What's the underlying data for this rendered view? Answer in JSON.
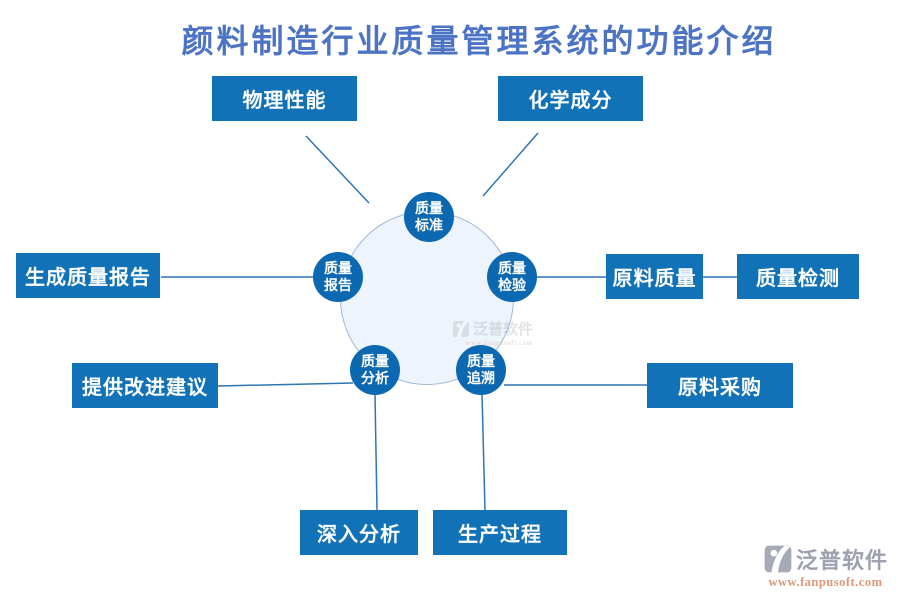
{
  "title": "颜料制造行业质量管理系统的功能介绍",
  "hub": {
    "nodes": [
      {
        "id": "quality-standards",
        "label": "质量\n标准"
      },
      {
        "id": "quality-inspection",
        "label": "质量\n检验"
      },
      {
        "id": "quality-report",
        "label": "质量\n报告"
      },
      {
        "id": "quality-analysis",
        "label": "质量\n分析"
      },
      {
        "id": "quality-traceability",
        "label": "质量\n追溯"
      }
    ]
  },
  "boxes": [
    {
      "id": "physical-properties",
      "label": "物理性能"
    },
    {
      "id": "chemical-composition",
      "label": "化学成分"
    },
    {
      "id": "generate-quality-report",
      "label": "生成质量报告"
    },
    {
      "id": "raw-material-quality",
      "label": "原料质量"
    },
    {
      "id": "quality-testing",
      "label": "质量检测"
    },
    {
      "id": "improvement-suggestions",
      "label": "提供改进建议"
    },
    {
      "id": "raw-material-procurement",
      "label": "原料采购"
    },
    {
      "id": "in-depth-analysis",
      "label": "深入分析"
    },
    {
      "id": "production-process",
      "label": "生产过程"
    }
  ],
  "watermark": {
    "text": "泛普软件"
  },
  "footer_logo": {
    "name": "泛普软件",
    "url": "www.fanpusoft.com"
  },
  "colors": {
    "title_blue": "#4d74c4",
    "box_blue": "#1172b8",
    "node_blue": "#0d68b2",
    "line_blue": "#2e75b6",
    "hub_fill": "#eef4fb",
    "hub_border": "#9db8dc",
    "logo_gray": "#9da0ae",
    "logo_url_orange": "#de9777"
  }
}
